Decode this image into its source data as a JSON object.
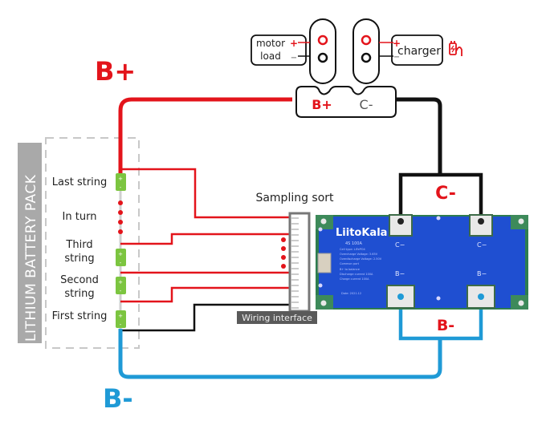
{
  "labels": {
    "b_plus_big": "B+",
    "b_minus_big": "B-",
    "c_minus_big": "C-",
    "b_minus_board": "B-",
    "sampling_sort": "Sampling sort",
    "wiring_interface": "Wiring interface",
    "pack_title": "LITHIUM BATTERY PACK"
  },
  "top_connector": {
    "left_port": "B+",
    "right_port": "C-",
    "motor_load_line1": "motor",
    "motor_load_line2": "load",
    "charger": "charger",
    "plus": "+",
    "minus": "−"
  },
  "strings": [
    {
      "line1": "Last string",
      "line2": ""
    },
    {
      "line1": "In turn",
      "line2": ""
    },
    {
      "line1": "Third",
      "line2": "string"
    },
    {
      "line1": "Second",
      "line2": "string"
    },
    {
      "line1": "First string",
      "line2": ""
    }
  ],
  "board": {
    "brand": "LiitoKala",
    "model": "4S 100A",
    "pad_c1": "C−",
    "pad_c2": "C−",
    "pad_b1": "B−",
    "pad_b2": "B−",
    "spec_lines": [
      "Cell type: LiFePO4",
      "Overcharge Voltage: 3.65V",
      "Overdischarge Voltage: 2.50V",
      "Common port",
      "B+ to balance",
      "Discharge current 100A",
      "Charge current 100A"
    ],
    "serial": "Date: 2021.12"
  },
  "colors": {
    "red": "#e3141b",
    "blue": "#1f9ad6",
    "black": "#111111",
    "pcb": "#1f4fd1",
    "cell_green": "#7cc540",
    "pack_gray": "#a9a9a9"
  }
}
